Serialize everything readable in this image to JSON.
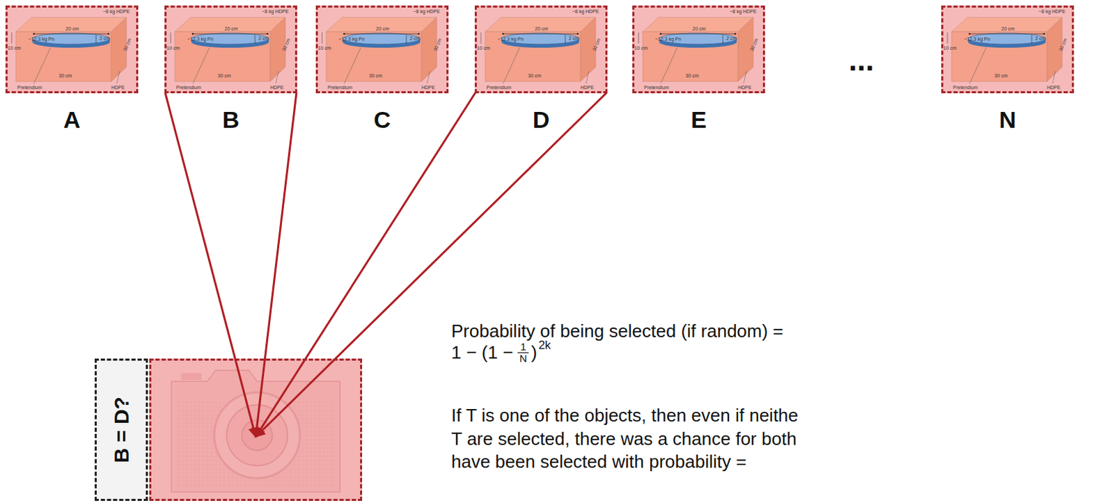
{
  "diagram": {
    "nodes": [
      {
        "text": [
          "~8 kg HDPE",
          "20 cm",
          "10 cm",
          "~12.3 kg Pn",
          "2 cm",
          "30 cm",
          "30 cm",
          "Pretendium",
          "HDPE",
          "A"
        ]
      },
      {
        "text": [
          "~8 kg HDPE",
          "20 cm",
          "10 cm",
          "~12.3 kg Pn",
          "2 cm",
          "30 cm",
          "30 cm",
          "Pretendium",
          "HDPE",
          "B"
        ]
      },
      {
        "text": [
          "~8 kg HDPE",
          "20 cm",
          "10 cm",
          "~12.3 kg Pn",
          "2 cm",
          "30 cm",
          "30 cm",
          "Pretendium",
          "HDPE",
          "C"
        ]
      },
      {
        "text": [
          "~8 kg HDPE",
          "20 cm",
          "10 cm",
          "~12.3 kg Pn",
          "2 cm",
          "30 cm",
          "30 cm",
          "Pretendium",
          "HDPE",
          "D"
        ]
      },
      {
        "text": [
          "~8 kg HDPE",
          "20 cm",
          "10 cm",
          "~12.3 kg Pn",
          "2 cm",
          "30 cm",
          "30 cm",
          "Pretendium",
          "HDPE",
          "E"
        ]
      },
      {
        "text": [
          "~8 kg HDPE",
          "20 cm",
          "10 cm",
          "~12.3 kg Pn",
          "2 cm",
          "30 cm",
          "30 cm",
          "Pretendium",
          "HDPE",
          "N"
        ]
      },
      {
        "text": [
          "B = D?"
        ]
      },
      {
        "text": []
      }
    ],
    "edges": [
      {
        "from": 1,
        "to": 7,
        "arrow": "to"
      },
      {
        "from": 1,
        "to": 7,
        "arrow": "to"
      },
      {
        "from": 3,
        "to": 7,
        "arrow": "to"
      },
      {
        "from": 3,
        "to": 7,
        "arrow": "to"
      }
    ],
    "labels": [
      "...",
      "Probability of being selected (if random) =",
      "1 − (1 −",
      "1",
      "N",
      ")",
      "2k",
      "If T is one of the objects, then even if neithe",
      "T are selected, there was a chance for both",
      "have been selected with probability ="
    ]
  }
}
